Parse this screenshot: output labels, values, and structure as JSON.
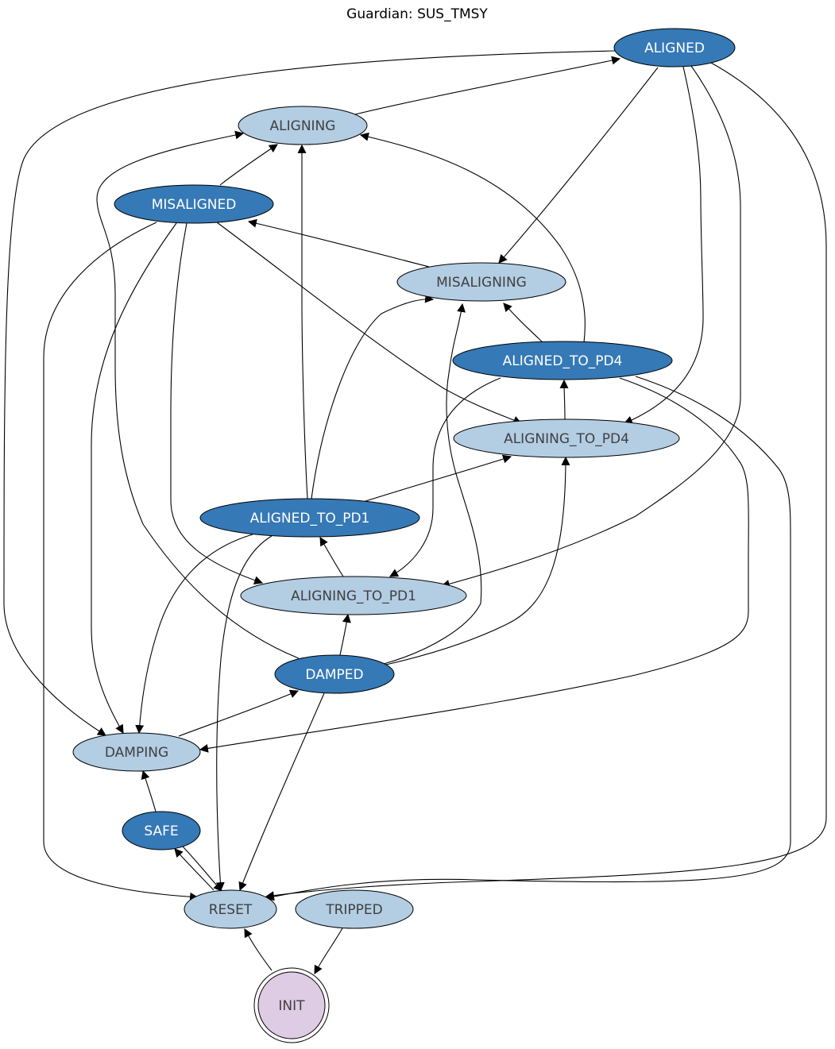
{
  "graph": {
    "title": "Guardian: SUS_TMSY",
    "colors": {
      "requestable_fill": "#3579b6",
      "requestable_text": "#ffffff",
      "transition_fill": "#b3cde3",
      "transition_text": "#404040",
      "init_fill": "#decbe4",
      "edge": "#000000"
    },
    "nodes": [
      {
        "id": "ALIGNED",
        "label": "ALIGNED",
        "kind": "requestable"
      },
      {
        "id": "ALIGNING",
        "label": "ALIGNING",
        "kind": "transition"
      },
      {
        "id": "MISALIGNED",
        "label": "MISALIGNED",
        "kind": "requestable"
      },
      {
        "id": "MISALIGNING",
        "label": "MISALIGNING",
        "kind": "transition"
      },
      {
        "id": "ALIGNED_TO_PD4",
        "label": "ALIGNED_TO_PD4",
        "kind": "requestable"
      },
      {
        "id": "ALIGNING_TO_PD4",
        "label": "ALIGNING_TO_PD4",
        "kind": "transition"
      },
      {
        "id": "ALIGNED_TO_PD1",
        "label": "ALIGNED_TO_PD1",
        "kind": "requestable"
      },
      {
        "id": "ALIGNING_TO_PD1",
        "label": "ALIGNING_TO_PD1",
        "kind": "transition"
      },
      {
        "id": "DAMPED",
        "label": "DAMPED",
        "kind": "requestable"
      },
      {
        "id": "DAMPING",
        "label": "DAMPING",
        "kind": "transition"
      },
      {
        "id": "SAFE",
        "label": "SAFE",
        "kind": "requestable"
      },
      {
        "id": "RESET",
        "label": "RESET",
        "kind": "transition"
      },
      {
        "id": "TRIPPED",
        "label": "TRIPPED",
        "kind": "transition"
      },
      {
        "id": "INIT",
        "label": "INIT",
        "kind": "init"
      }
    ],
    "edges": [
      {
        "from": "ALIGNING",
        "to": "ALIGNED"
      },
      {
        "from": "ALIGNED",
        "to": "DAMPING"
      },
      {
        "from": "ALIGNED",
        "to": "MISALIGNING"
      },
      {
        "from": "ALIGNED",
        "to": "ALIGNING_TO_PD4"
      },
      {
        "from": "ALIGNED",
        "to": "ALIGNING_TO_PD1"
      },
      {
        "from": "ALIGNED",
        "to": "RESET"
      },
      {
        "from": "MISALIGNED",
        "to": "ALIGNING"
      },
      {
        "from": "MISALIGNED",
        "to": "RESET"
      },
      {
        "from": "MISALIGNED",
        "to": "DAMPING"
      },
      {
        "from": "MISALIGNED",
        "to": "ALIGNING_TO_PD1"
      },
      {
        "from": "MISALIGNED",
        "to": "ALIGNING_TO_PD4"
      },
      {
        "from": "MISALIGNING",
        "to": "MISALIGNED"
      },
      {
        "from": "ALIGNED_TO_PD4",
        "to": "MISALIGNING"
      },
      {
        "from": "ALIGNED_TO_PD4",
        "to": "ALIGNING"
      },
      {
        "from": "ALIGNED_TO_PD4",
        "to": "ALIGNING_TO_PD1"
      },
      {
        "from": "ALIGNED_TO_PD4",
        "to": "DAMPING"
      },
      {
        "from": "ALIGNED_TO_PD4",
        "to": "RESET"
      },
      {
        "from": "ALIGNING_TO_PD4",
        "to": "ALIGNED_TO_PD4"
      },
      {
        "from": "ALIGNED_TO_PD1",
        "to": "ALIGNING"
      },
      {
        "from": "ALIGNED_TO_PD1",
        "to": "MISALIGNING"
      },
      {
        "from": "ALIGNED_TO_PD1",
        "to": "ALIGNING_TO_PD4"
      },
      {
        "from": "ALIGNED_TO_PD1",
        "to": "DAMPING"
      },
      {
        "from": "ALIGNED_TO_PD1",
        "to": "RESET"
      },
      {
        "from": "ALIGNING_TO_PD1",
        "to": "ALIGNED_TO_PD1"
      },
      {
        "from": "DAMPED",
        "to": "ALIGNING"
      },
      {
        "from": "DAMPED",
        "to": "MISALIGNING"
      },
      {
        "from": "DAMPED",
        "to": "ALIGNING_TO_PD4"
      },
      {
        "from": "DAMPED",
        "to": "ALIGNING_TO_PD1"
      },
      {
        "from": "DAMPED",
        "to": "RESET"
      },
      {
        "from": "DAMPING",
        "to": "DAMPED"
      },
      {
        "from": "SAFE",
        "to": "DAMPING"
      },
      {
        "from": "SAFE",
        "to": "RESET"
      },
      {
        "from": "RESET",
        "to": "SAFE"
      },
      {
        "from": "INIT",
        "to": "RESET"
      },
      {
        "from": "TRIPPED",
        "to": "INIT"
      }
    ]
  }
}
